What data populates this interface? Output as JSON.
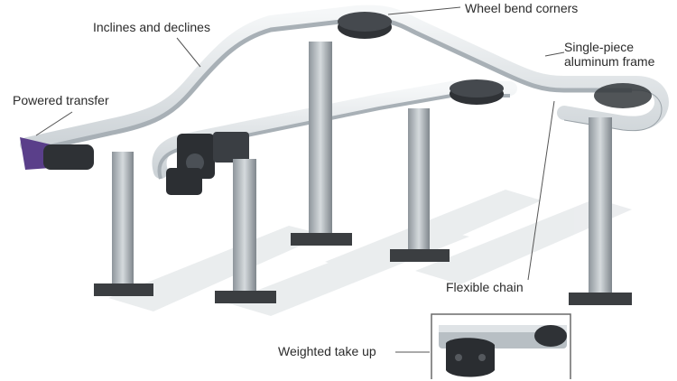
{
  "callouts": {
    "inclines_declines": "Inclines and declines",
    "powered_transfer": "Powered transfer",
    "wheel_bend_corners": "Wheel bend corners",
    "single_piece_frame_line1": "Single-piece",
    "single_piece_frame_line2": "aluminum frame",
    "flexible_chain": "Flexible chain",
    "weighted_take_up": "Weighted take up"
  },
  "colors": {
    "background": "#ffffff",
    "chain": "#e9ecee",
    "frame": "#b8bfc4",
    "leg": "#a9afb4",
    "foot": "#3b3e41",
    "wheel": "#2f3236",
    "transfer": "#5a3f8a",
    "shadow": "#dcdfe2",
    "leader": "#555555",
    "inset_border": "#6a6a6a"
  }
}
